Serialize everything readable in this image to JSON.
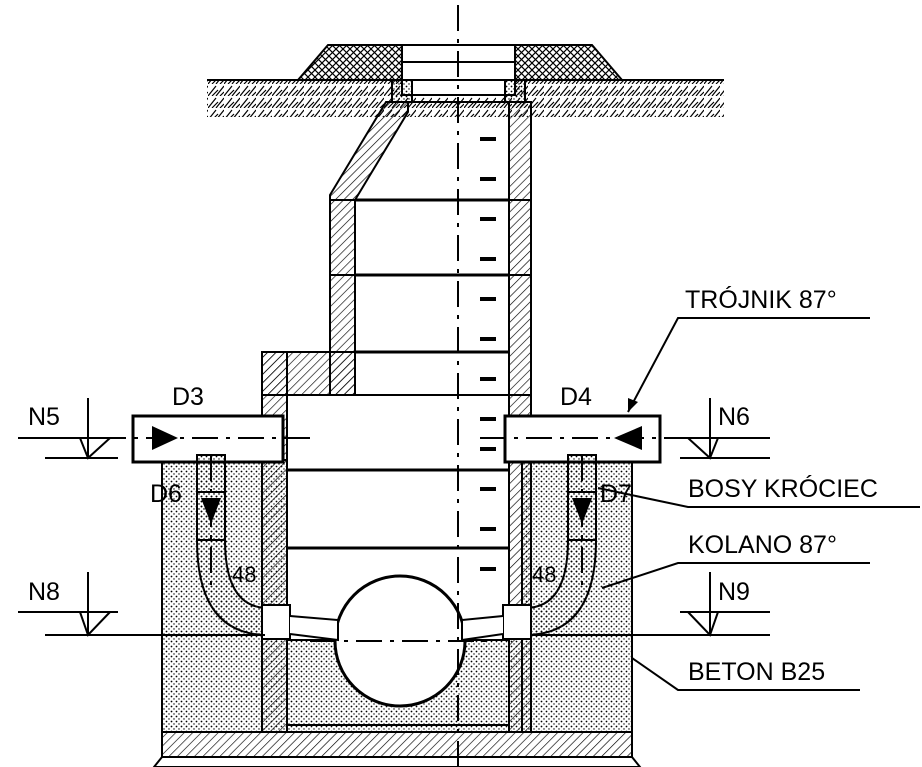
{
  "labels": {
    "trojnik": "TRÓJNIK 87°",
    "bosy_krociec": "BOSY KRÓCIEC",
    "kolano": "KOLANO 87°",
    "beton": "BETON B25",
    "d3": "D3",
    "d4": "D4",
    "d6": "D6",
    "d7": "D7",
    "n5": "N5",
    "n6": "N6",
    "n8": "N8",
    "n9": "N9",
    "dim_left": "48",
    "dim_right": "48"
  },
  "colors": {
    "ink": "#000000",
    "background": "#ffffff"
  }
}
